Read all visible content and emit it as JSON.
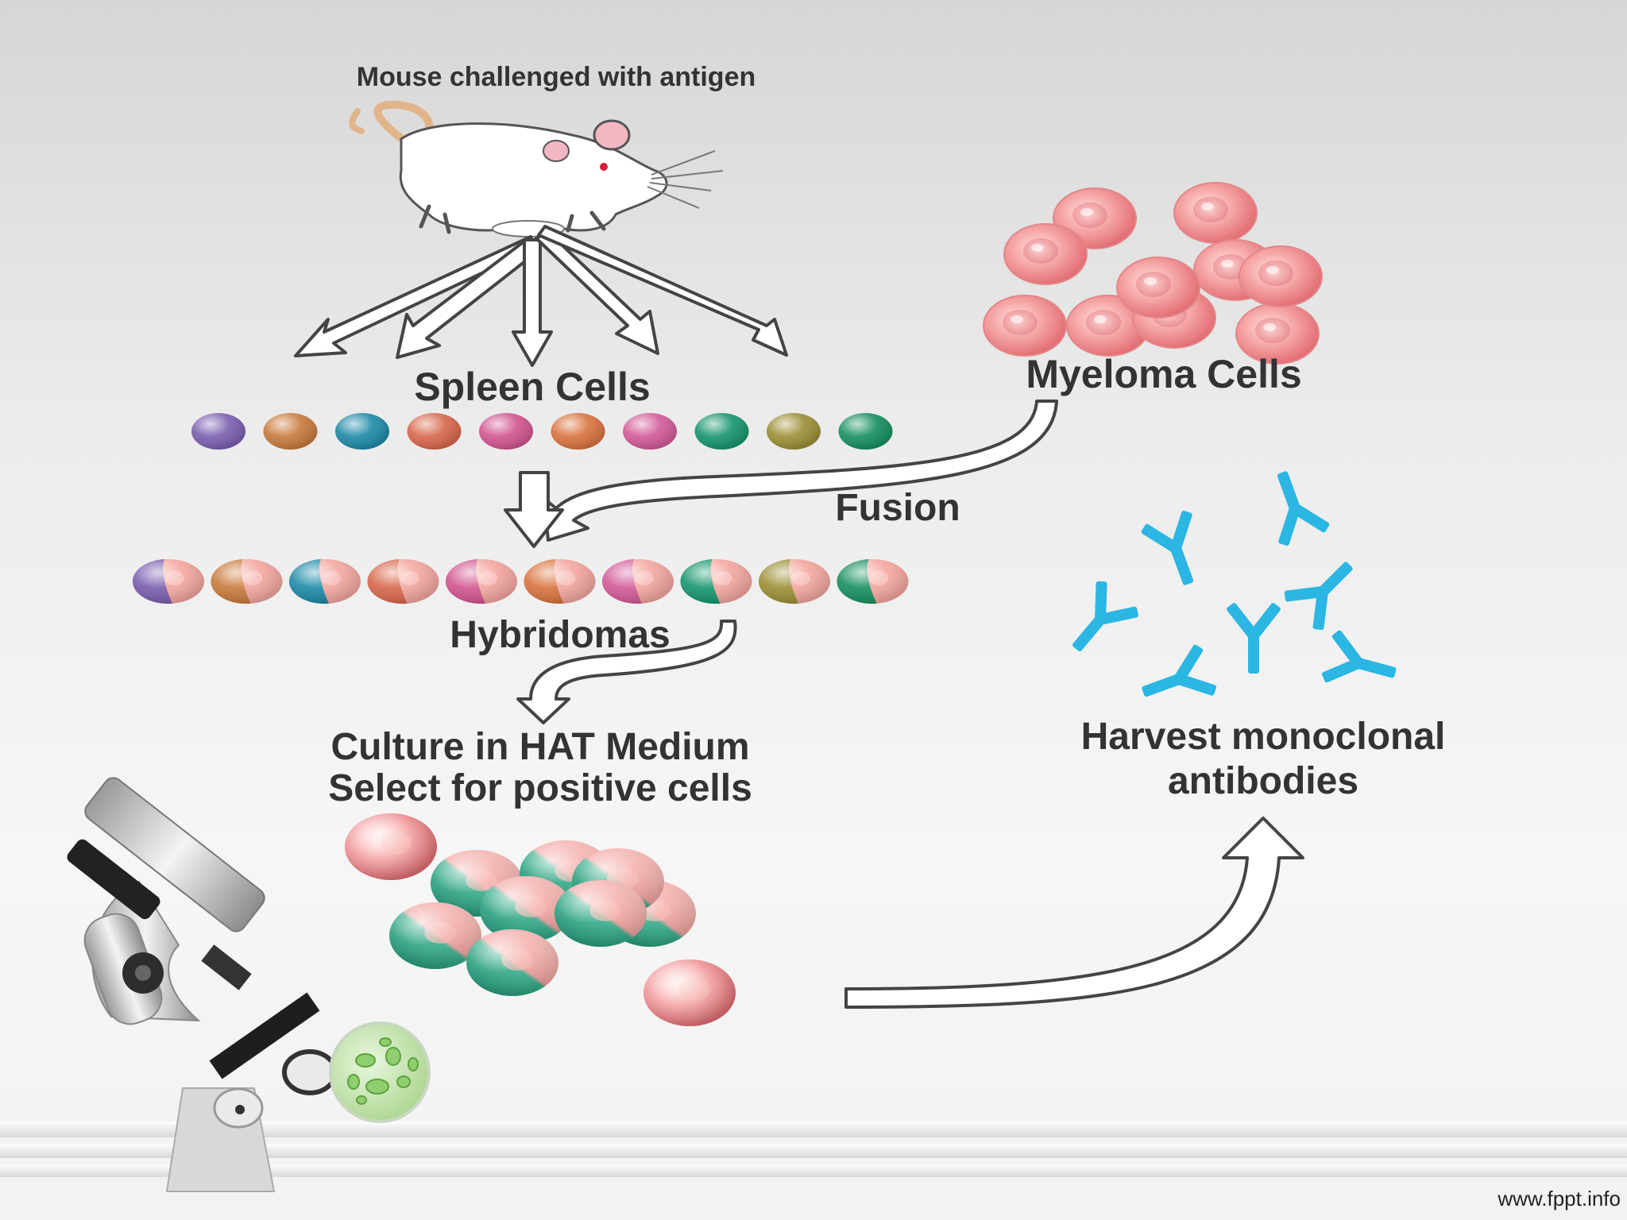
{
  "labels": {
    "mouse": "Mouse challenged with antigen",
    "spleen": "Spleen Cells",
    "myeloma": "Myeloma Cells",
    "fusion": "Fusion",
    "hybridomas": "Hybridomas",
    "culture_line1": "Culture in HAT Medium",
    "culture_line2": "Select for positive cells",
    "harvest_line1": "Harvest monoclonal",
    "harvest_line2": "antibodies"
  },
  "footer": {
    "url": "www.fppt.info"
  },
  "colors": {
    "spleen_cells": [
      "#7a5fb0",
      "#c87a3c",
      "#1e8aa6",
      "#d8674c",
      "#d25590",
      "#d9733f",
      "#d25a97",
      "#16956e",
      "#9a8f35",
      "#178f5f"
    ],
    "myeloma": "#f2a0a0",
    "hybrid_tint": "#f4a7a0",
    "antibody": "#2bb6e3",
    "culture_green": "#1d8f6e"
  }
}
